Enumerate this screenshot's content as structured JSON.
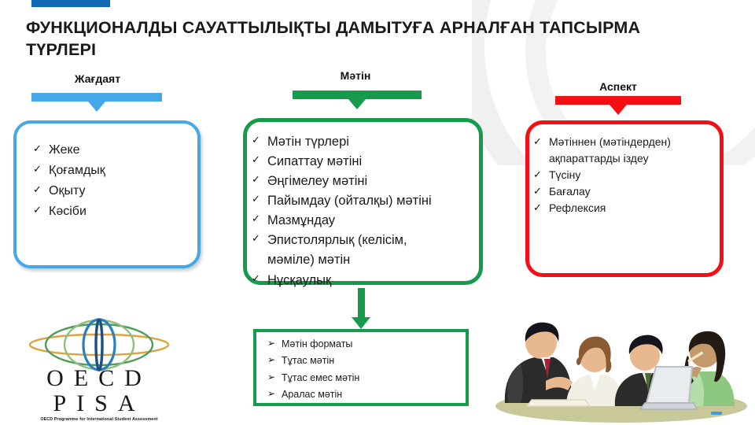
{
  "slide": {
    "title": "ФУНКЦИОНАЛДЫ САУАТТЫЛЫҚТЫ ДАМЫТУҒА АРНАЛҒАН ТАПСЫРМА ТҮРЛЕРІ",
    "accent_colors": {
      "top_bar": "#1268b3",
      "blue": "#44a7e8",
      "green": "#169b4c",
      "red": "#f40f14",
      "text": "#1a1a1a"
    }
  },
  "columns": [
    {
      "header": "Жағдаят",
      "color": "#44a7e8",
      "bullet": "✓",
      "items": [
        "Жеке",
        "Қоғамдық",
        "Оқыту",
        "Кәсіби"
      ]
    },
    {
      "header": "Мәтін",
      "color": "#169b4c",
      "bullet": "✓",
      "items": [
        "Мәтін түрлері",
        "Сипаттау мәтіні",
        "Әңгімелеу мәтіні",
        "Пайымдау (ойталқы) мәтіні",
        "Мазмұндау",
        "Эпистолярлық (келісім, мәміле) мәтін",
        "Нұсқаулық"
      ]
    },
    {
      "header": "Аспект",
      "color": "#f40f14",
      "bullet": "✓",
      "items": [
        "Мәтіннен (мәтіндерден) ақпараттарды іздеу",
        "Түсіну",
        "Бағалау",
        "Рефлексия"
      ]
    }
  ],
  "bottom_box": {
    "color": "#169b4c",
    "bullet": "➢",
    "items": [
      "Мәтін форматы",
      "Тұтас мәтін",
      "Тұтас емес мәтін",
      "Аралас мәтін"
    ]
  },
  "logo": {
    "line1": "OECD",
    "line2": "PISA",
    "tagline": "OECD Programme for International Student Assessment"
  },
  "illustration": {
    "caption": "four business people seated around a table with a laptop"
  }
}
